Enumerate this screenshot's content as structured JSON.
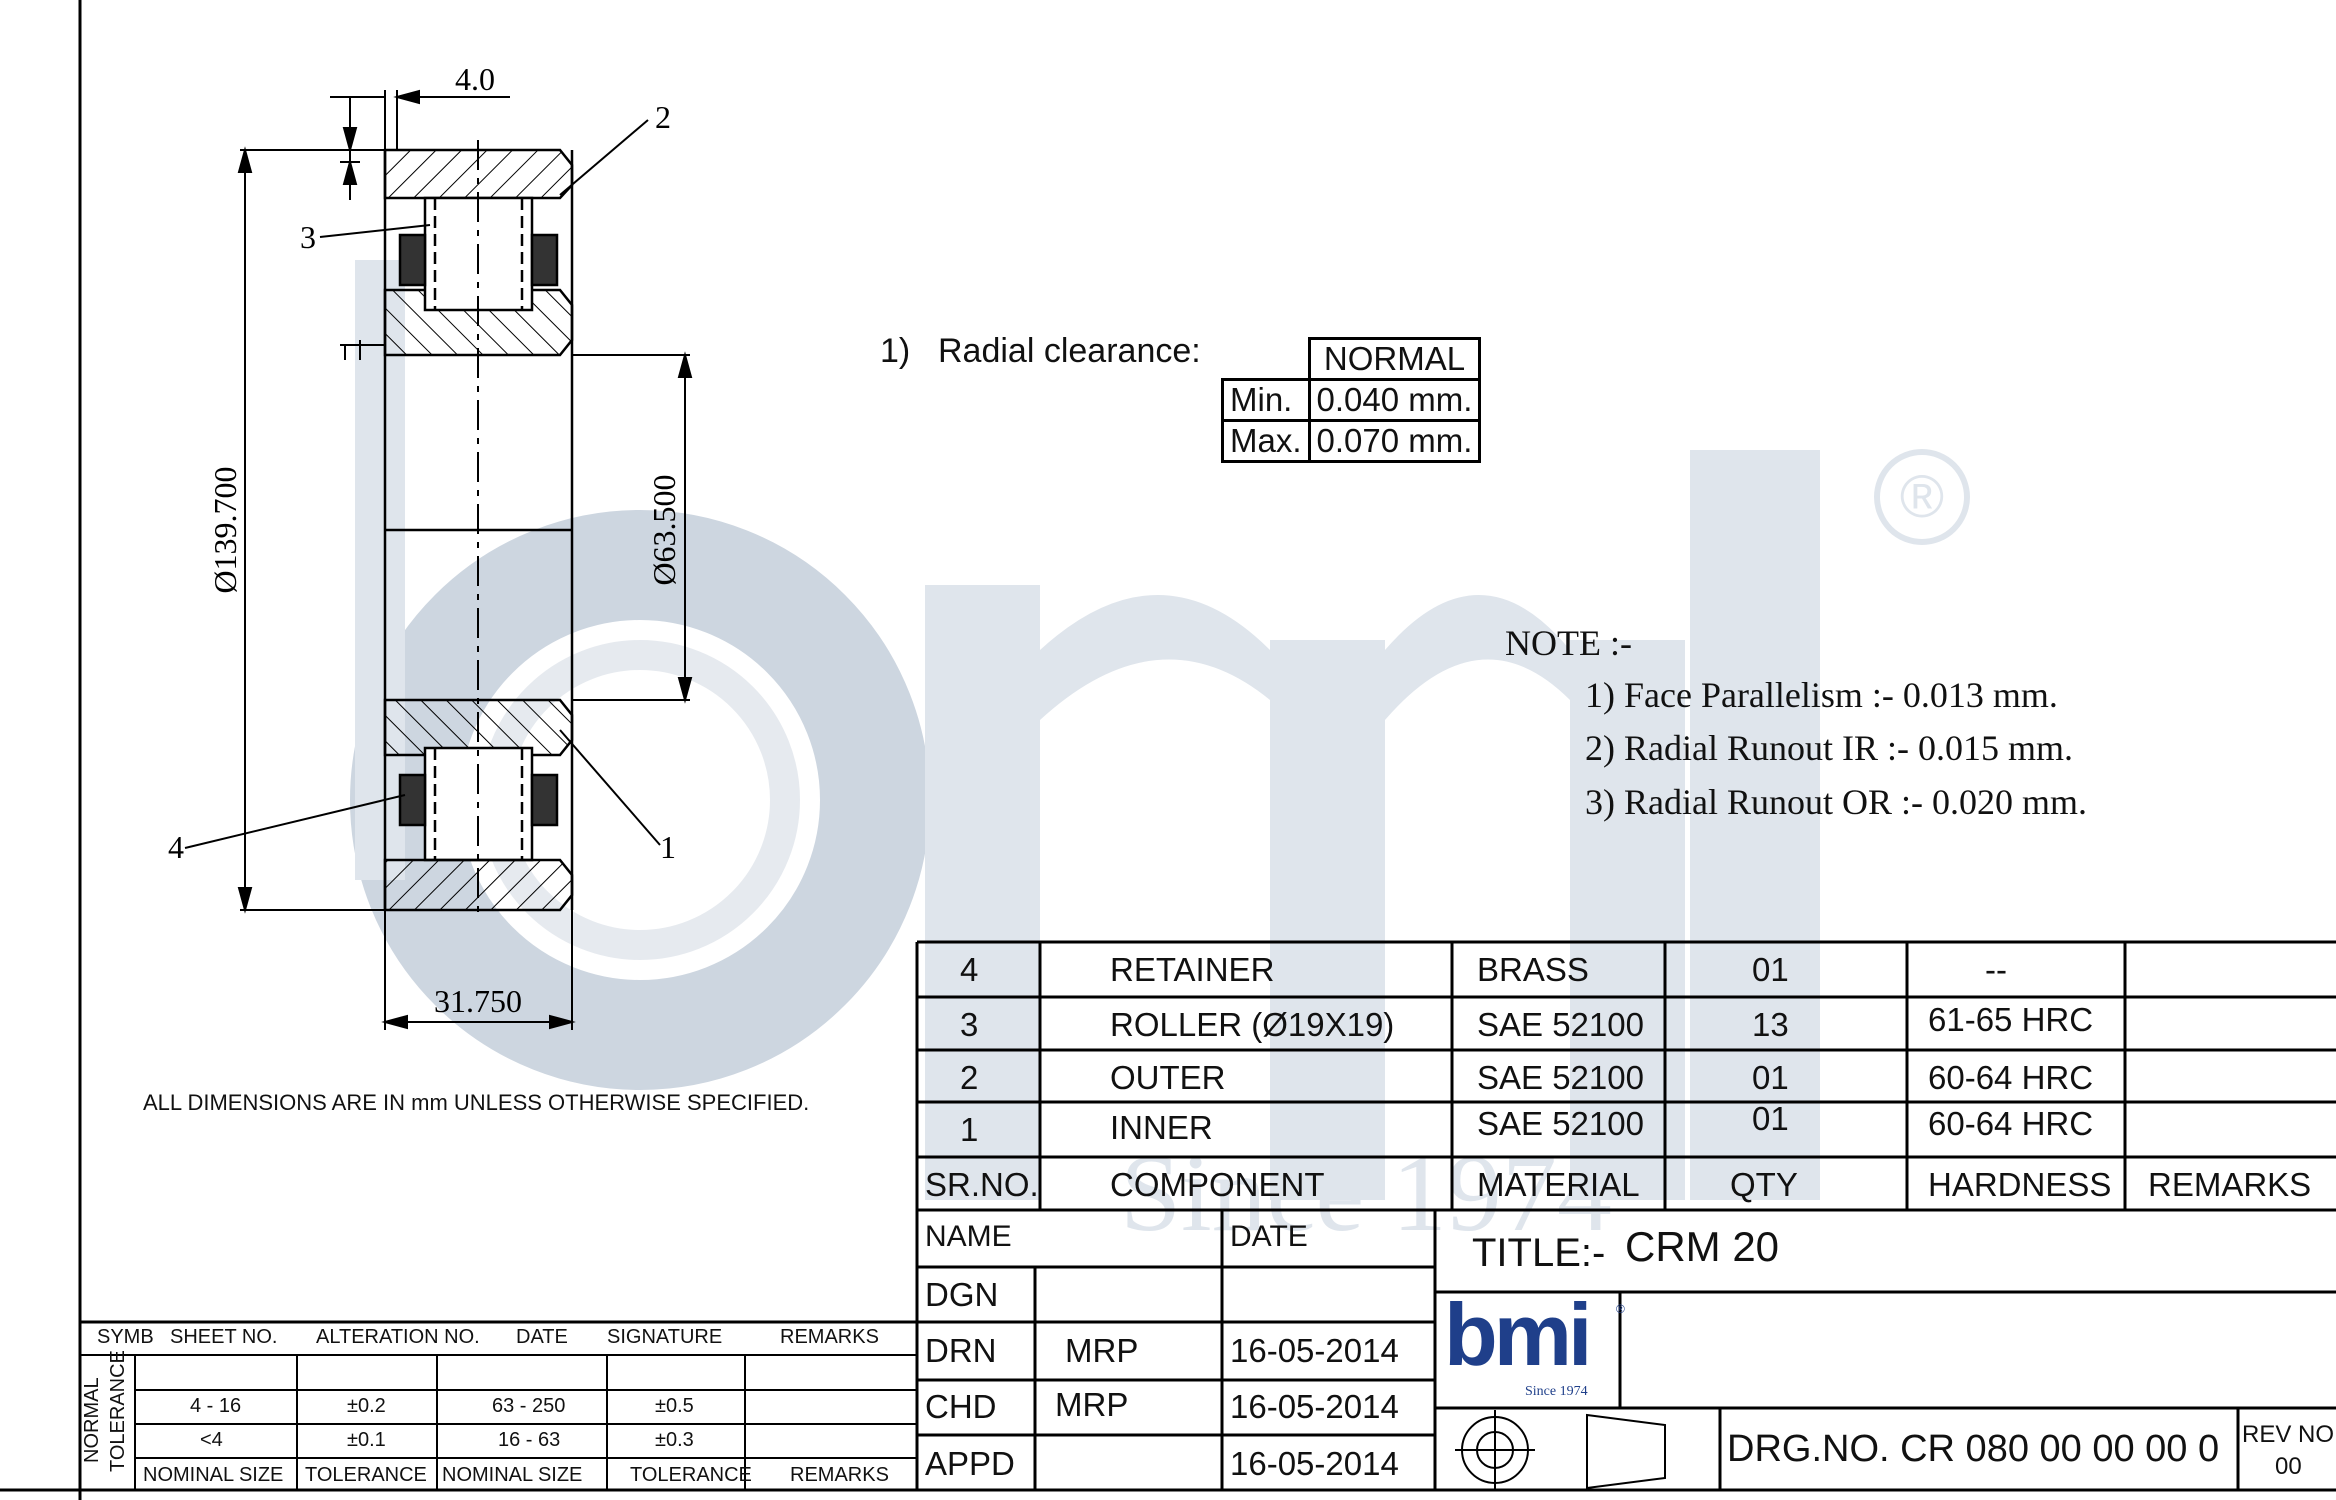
{
  "watermark": {
    "logo_text": "bmi",
    "tagline": "Since 1974",
    "registered_mark": "®",
    "color": "#cdd6e0"
  },
  "dimensions": {
    "width_top": "4.0",
    "outer_diameter": "Ø139.700",
    "inner_diameter": "Ø63.500",
    "width": "31.750"
  },
  "balloons": {
    "b1": "1",
    "b2": "2",
    "b3": "3",
    "b4": "4"
  },
  "general_note": "ALL DIMENSIONS ARE IN mm UNLESS OTHERWISE SPECIFIED.",
  "radial_clearance": {
    "number": "1)",
    "label": "Radial clearance:",
    "header": "NORMAL",
    "rows": [
      {
        "label": "Min.",
        "value": "0.040 mm."
      },
      {
        "label": "Max.",
        "value": "0.070 mm."
      }
    ]
  },
  "note": {
    "title": "NOTE :-",
    "items": [
      "1) Face Parallelism :- 0.013 mm.",
      "2) Radial Runout IR :- 0.015 mm.",
      "3) Radial Runout OR :- 0.020 mm."
    ]
  },
  "bom": {
    "rows": [
      {
        "sr": "4",
        "component": "RETAINER",
        "material": "BRASS",
        "qty": "01",
        "hardness": "--",
        "remarks": ""
      },
      {
        "sr": "3",
        "component": "ROLLER (Ø19X19)",
        "material": "SAE 52100",
        "qty": "13",
        "hardness": "61-65 HRC",
        "remarks": ""
      },
      {
        "sr": "2",
        "component": "OUTER",
        "material": "SAE 52100",
        "qty": "01",
        "hardness": "60-64 HRC",
        "remarks": ""
      },
      {
        "sr": "1",
        "component": "INNER",
        "material": "SAE 52100",
        "qty": "01",
        "hardness": "60-64 HRC",
        "remarks": ""
      }
    ],
    "headers": {
      "sr": "SR.NO.",
      "component": "COMPONENT",
      "material": "MATERIAL",
      "qty": "QTY",
      "hardness": "HARDNESS",
      "remarks": "REMARKS"
    }
  },
  "signoff": {
    "name_header": "NAME",
    "date_header": "DATE",
    "rows": [
      {
        "role": "DGN",
        "name": "",
        "date": ""
      },
      {
        "role": "DRN",
        "name": "MRP",
        "date": "16-05-2014"
      },
      {
        "role": "CHD",
        "name": "MRP",
        "date": "16-05-2014"
      },
      {
        "role": "APPD",
        "name": "",
        "date": "16-05-2014"
      }
    ]
  },
  "title_block": {
    "title_label": "TITLE:-",
    "title_value": "CRM 20",
    "logo_text": "bmi",
    "logo_tagline": "Since 1974",
    "logo_registered": "®",
    "logo_color": "#1f3f8a",
    "drg_no": "DRG.NO. CR 080 00 00 00 0",
    "rev_label": "REV NO",
    "rev_value": "00"
  },
  "tolerance": {
    "headers": [
      "SYMB",
      "SHEET NO.",
      "ALTERATION NO.",
      "DATE",
      "SIGNATURE",
      "REMARKS"
    ],
    "side_label_1": "NORMAL",
    "side_label_2": "TOLERANCE",
    "rows": [
      [
        "4 - 16",
        "±0.2",
        "63 - 250",
        "±0.5"
      ],
      [
        "<4",
        "±0.1",
        "16 - 63",
        "±0.3"
      ]
    ],
    "footer": [
      "NOMINAL SIZE",
      "TOLERANCE",
      "NOMINAL SIZE",
      "TOLERANCE",
      "REMARKS"
    ]
  }
}
